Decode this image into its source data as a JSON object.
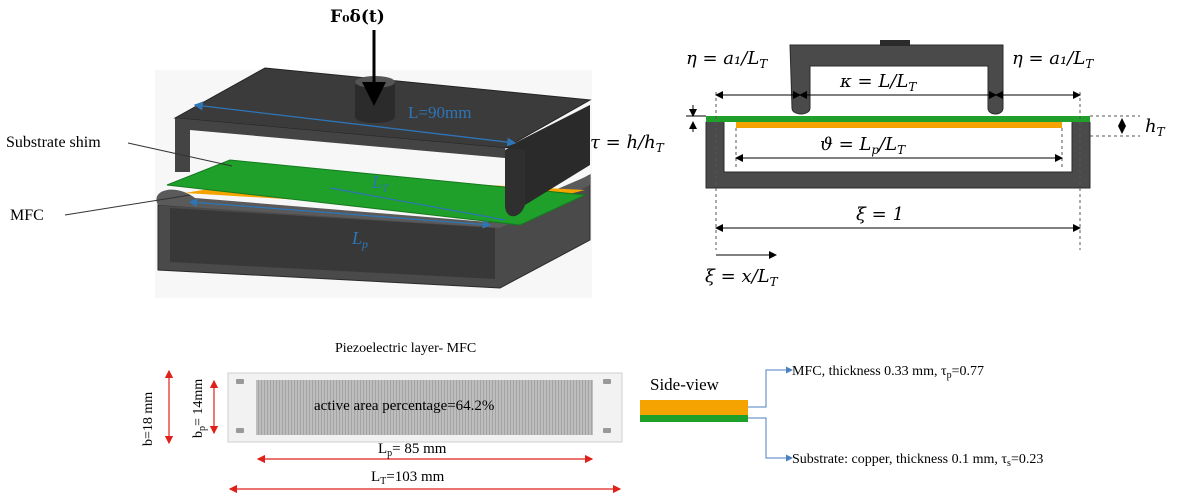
{
  "left_diagram": {
    "force_label": "F₀δ(t)",
    "length_label": "L=90mm",
    "substrate_label": "Substrate shim",
    "mfc_label": "MFC",
    "lt_label": "L",
    "lt_sub": "T",
    "lp_label": "L",
    "lp_sub": "p"
  },
  "right_diagram": {
    "eta_left": "η = a₁/L",
    "eta_left_sub": "T",
    "eta_right": "η = a₁/L",
    "eta_right_sub": "T",
    "kappa": "κ = L/L",
    "kappa_sub": "T",
    "tau": "τ = h/h",
    "tau_sub": "T",
    "theta": "ϑ = L",
    "theta_sub": "p",
    "theta_tail": "/L",
    "theta_tail_sub": "T",
    "ht": "h",
    "ht_sub": "T",
    "xi_one": "ξ = 1",
    "xi_x": "ξ = x/L",
    "xi_x_sub": "T"
  },
  "mfc_panel": {
    "title": "Piezoelectric layer- MFC",
    "active_area": "active area percentage=64.2%",
    "b_label": "b=18 mm",
    "bp_label_main": "b",
    "bp_label_sub": "p",
    "bp_label_tail": "= 14mm",
    "lp_label_main": "L",
    "lp_label_sub": "p",
    "lp_label_tail": "= 85 mm",
    "lt_label_main": "L",
    "lt_label_sub": "T",
    "lt_label_tail": "=103 mm"
  },
  "side_view": {
    "title": "Side-view",
    "mfc_note": "MFC, thickness 0.33 mm, τ",
    "mfc_note_sub": "p",
    "mfc_note_tail": "=0.77",
    "substrate_note": "Substrate: copper, thickness 0.1 mm, τ",
    "substrate_note_sub": "s",
    "substrate_note_tail": "=0.23"
  },
  "colors": {
    "frame": "#3f3f3f",
    "frame_dark": "#2b2b2b",
    "substrate": "#1ea02a",
    "piezo": "#f5a300",
    "dimension_blue": "#2e75b6",
    "dimension_red": "#e0201b",
    "arrow_blue": "#4a7fc1"
  }
}
